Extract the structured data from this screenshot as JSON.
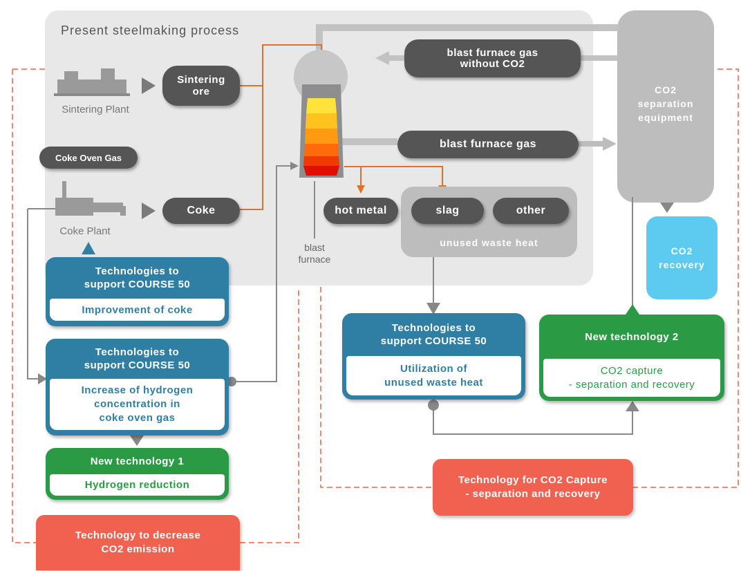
{
  "title": "Present steelmaking process",
  "plants": {
    "sintering": "Sintering Plant",
    "coke": "Coke Plant"
  },
  "pills": {
    "sintering_ore": "Sintering\nore",
    "coke": "Coke",
    "coke_oven_gas": "Coke Oven Gas",
    "hot_metal": "hot metal",
    "slag": "slag",
    "other": "other",
    "bf_gas_without_co2": "blast furnace gas\nwithout CO2",
    "bf_gas": "blast furnace gas"
  },
  "unused_waste_heat": "unused waste heat",
  "blast_furnace": "blast\nfurnace",
  "co2_separation": "CO2\nseparation\nequipment",
  "co2_recovery": "CO2\nrecovery",
  "cards": {
    "coke": {
      "head": "Technologies to\nsupport COURSE 50",
      "body": "Improvement of coke"
    },
    "hydrogen": {
      "head": "Technologies to\nsupport COURSE 50",
      "body": "Increase of hydrogen\nconcentration in\ncoke oven gas"
    },
    "new1": {
      "head": "New technology 1",
      "body": "Hydrogen reduction"
    },
    "waste_heat": {
      "head": "Technologies to\nsupport COURSE 50",
      "body": "Utilization of\nunused waste heat"
    },
    "new2": {
      "head": "New technology 2",
      "body": "CO2 capture\n- separation and recovery"
    }
  },
  "red_boxes": {
    "capture": "Technology for CO2 Capture\n- separation and recovery",
    "decrease": "Technology to decrease\nCO2 emission"
  },
  "colors": {
    "process_bg": "#e8e8e8",
    "pill": "#555555",
    "blue": "#2e7fa3",
    "green": "#2b9a45",
    "red": "#f06150",
    "light_blue": "#5ccbef",
    "orange_line": "#e0702a",
    "dashed_red": "#f08878"
  }
}
